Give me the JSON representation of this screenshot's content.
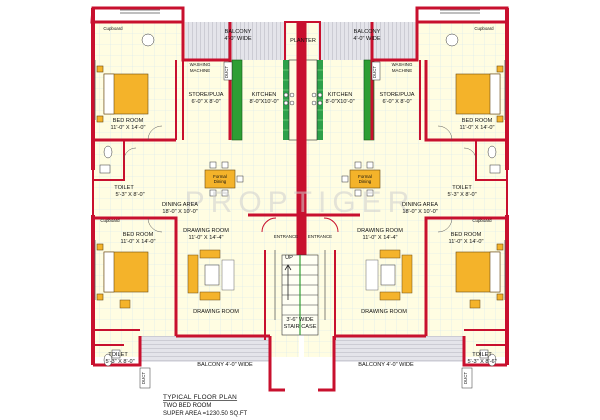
{
  "rooms": {
    "balcony_top_left": [
      "BALCONY",
      "4'-0\" WIDE"
    ],
    "balcony_top_right": [
      "BALCONY",
      "4'-0\" WIDE"
    ],
    "planter": [
      "PLANTER"
    ],
    "cupboard": "Cupboard",
    "washing_machine": [
      "WASHING",
      "MACHINE"
    ],
    "duct": "DUCT",
    "store_left": [
      "STORE/PUJA",
      "6'-0\" X 8'-0\""
    ],
    "store_right": [
      "STORE/PUJA",
      "6'-0\" X 8'-0\""
    ],
    "kitchen_left": [
      "KITCHEN",
      "8'-0\"X10'-0\""
    ],
    "kitchen_right": [
      "KITCHEN",
      "8'-0\"X10'-0\""
    ],
    "bed_top_left": [
      "BED ROOM",
      "11'-0\" X 14'-0\""
    ],
    "bed_top_right": [
      "BED ROOM",
      "11'-0\" X 14'-0\""
    ],
    "toilet_top_left": [
      "TOILET",
      "5'-3\" X 8'-0\""
    ],
    "toilet_top_right": [
      "TOILET",
      "5'-3\" X 8'-0\""
    ],
    "formal_dining": [
      "Formal",
      "Dining"
    ],
    "dining_left": [
      "DINING AREA",
      "18'-0\" X 10'-0\""
    ],
    "dining_right": [
      "DINING AREA",
      "18'-0\" X 10'-0\""
    ],
    "drawing_top_left": [
      "DRAWING ROOM",
      "11'-0\" X 14'-4\""
    ],
    "drawing_top_right": [
      "DRAWING ROOM",
      "11'-0\" X 14'-4\""
    ],
    "bed_bottom_left": [
      "BED ROOM",
      "11'-0\" X 14'-0\""
    ],
    "bed_bottom_right": [
      "BED ROOM",
      "11'-0\" X 14'-0\""
    ],
    "entrance": "ENTRANCE",
    "up": "UP",
    "stair": [
      "3'-6\" WIDE",
      "STAIR CASE"
    ],
    "drawing_bottom_left": [
      "DRAWING ROOM"
    ],
    "drawing_bottom_right": [
      "DRAWING ROOM"
    ],
    "balcony_bottom_left": "BALCONY 4'-0\" WIDE",
    "balcony_bottom_right": "BALCONY 4'-0\" WIDE",
    "toilet_bottom_left": [
      "TOILET",
      "5'-3\" X 8'-0\""
    ],
    "toilet_bottom_right": [
      "TOILET",
      "5'-3\" X 8'-6\""
    ]
  },
  "footer": {
    "title": "TYPICAL FLOOR PLAN",
    "type": "TWO BED ROOM",
    "area": "SUPER AREA =1230.50 SQ.FT"
  },
  "watermark": "PROPTIGER",
  "colors": {
    "wall": "#c8102e",
    "floor": "#fffde0",
    "grid": "#d6e8f0",
    "bed": "#f4b32a",
    "kitchen_counter": "#2e9e34",
    "planter": "#2ea04a",
    "balcony": "#cfcfd6"
  }
}
